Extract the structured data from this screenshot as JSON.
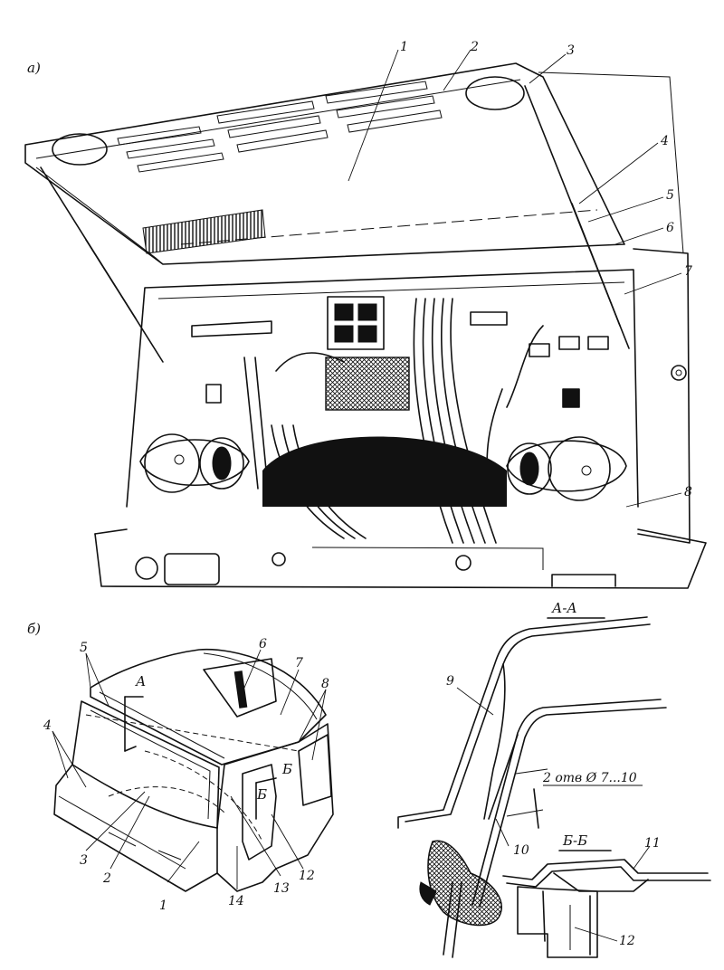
{
  "view_a": {
    "tag": "а)",
    "callouts": [
      "1",
      "2",
      "3",
      "4",
      "5",
      "6",
      "7",
      "8"
    ]
  },
  "view_b": {
    "tag": "б)",
    "callouts": [
      "5",
      "6",
      "7",
      "8",
      "4",
      "3",
      "2",
      "1",
      "14",
      "13",
      "12"
    ],
    "section_marks": [
      "А",
      "Б",
      "Б"
    ]
  },
  "section_aa": {
    "title": "А-А",
    "callouts": [
      "9",
      "10"
    ],
    "hole_note": "2 отв Ø 7...10"
  },
  "section_bb": {
    "title": "Б-Б",
    "callouts": [
      "11",
      "12"
    ]
  }
}
